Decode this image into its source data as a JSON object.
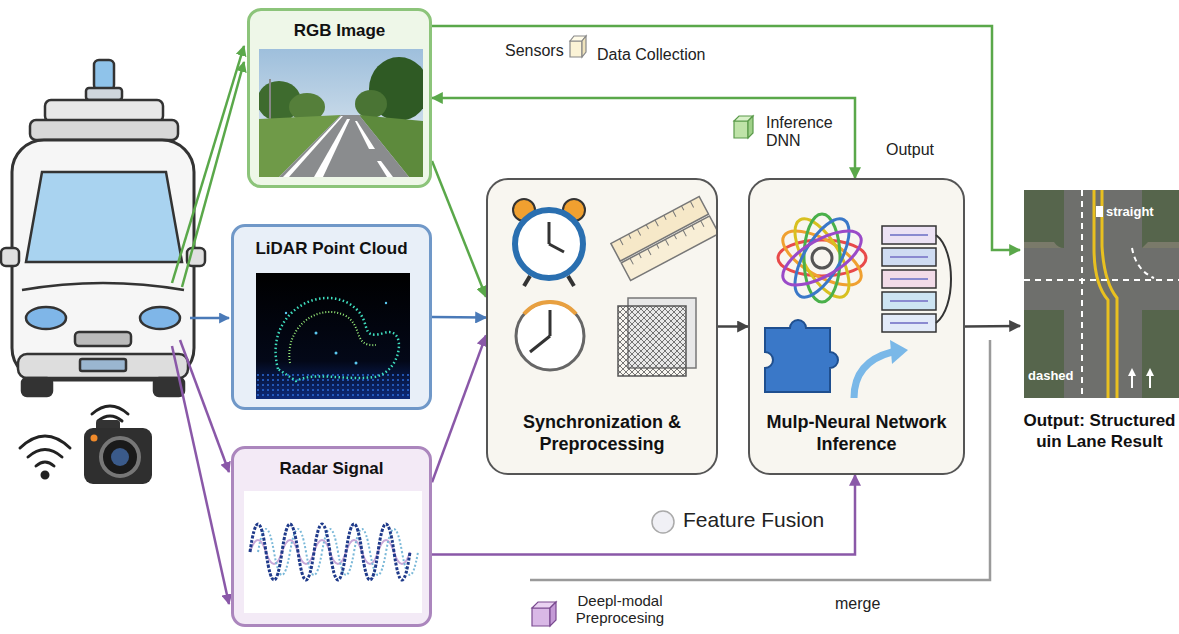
{
  "diagram": {
    "nodes": [
      {
        "text": [
          "RGB Image"
        ]
      },
      {
        "text": [
          "LiDAR Point Cloud"
        ]
      },
      {
        "text": [
          "Radar Signal"
        ]
      },
      {
        "text": [
          "Synchronization & Preprocessing"
        ]
      },
      {
        "text": [
          "Mulp-Neural Network Inference"
        ]
      },
      {
        "text": [
          "straight",
          "dashed",
          "Output: Structured uin Lane Result"
        ]
      }
    ],
    "edges": [
      {
        "from": 0,
        "to": 3,
        "arrow": "to"
      },
      {
        "from": 1,
        "to": 3,
        "arrow": "to"
      },
      {
        "from": 2,
        "to": 3,
        "arrow": "to"
      },
      {
        "from": 3,
        "to": 4,
        "arrow": "to"
      },
      {
        "from": 4,
        "to": 5,
        "arrow": "to"
      },
      {
        "from": 2,
        "to": 4,
        "arrow": "to"
      },
      {
        "from": 0,
        "to": 5,
        "arrow": "to"
      },
      {
        "from": 0,
        "to": 4,
        "arrow": "both"
      }
    ],
    "labels": [
      "Sensors",
      "Data Collection",
      "Inference DNN",
      "Output",
      "Feature Fusion",
      "Deepl-modal Preprocesing",
      "merge"
    ]
  }
}
